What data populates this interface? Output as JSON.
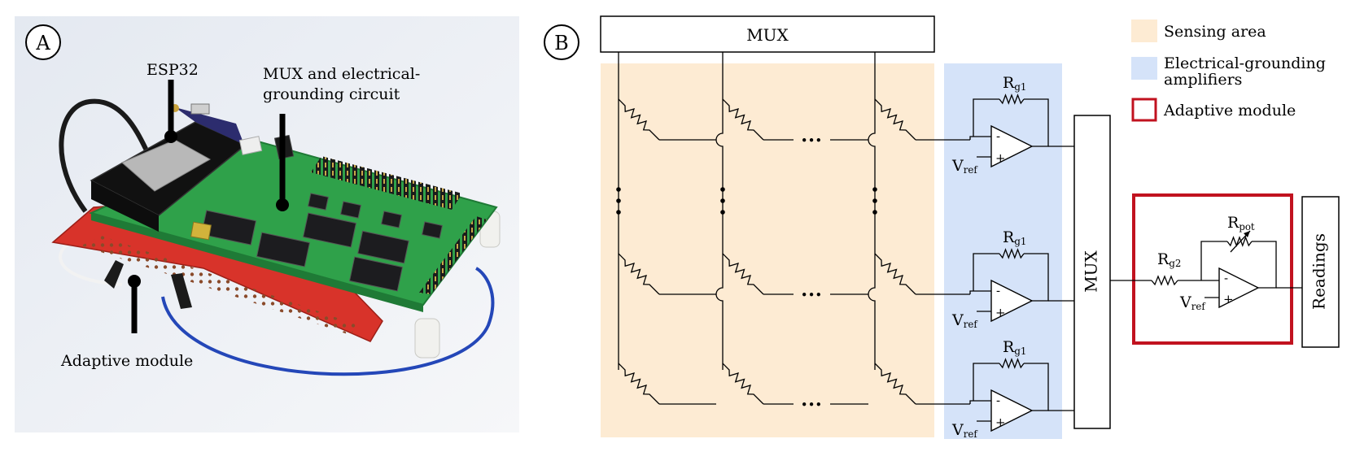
{
  "panel_a": {
    "label": "A",
    "callouts": {
      "esp32": "ESP32",
      "mux_line1": "MUX and electrical-",
      "mux_line2": "grounding circuit",
      "adaptive": "Adaptive module"
    }
  },
  "panel_b": {
    "label": "B",
    "mux_top": "MUX",
    "mux_side": "MUX",
    "readings": "Readings",
    "resistor_g1": {
      "main": "R",
      "sub": "g1"
    },
    "resistor_g2": {
      "main": "R",
      "sub": "g2"
    },
    "resistor_pot": {
      "main": "R",
      "sub": "pot"
    },
    "vref": {
      "main": "V",
      "sub": "ref"
    },
    "opamp_minus": "-",
    "opamp_plus": "+",
    "ellipsis": "•••"
  },
  "legend": {
    "sensing": "Sensing area",
    "grounding_line1": "Electrical-grounding",
    "grounding_line2": "amplifiers",
    "adaptive": "Adaptive module"
  },
  "colors": {
    "sensing_area": "#fdebd3",
    "grounding_area": "#d5e3f9",
    "adaptive_box": "#c1121f",
    "pcb_green": "#2fa14a",
    "pcb_red": "#d8332a"
  }
}
